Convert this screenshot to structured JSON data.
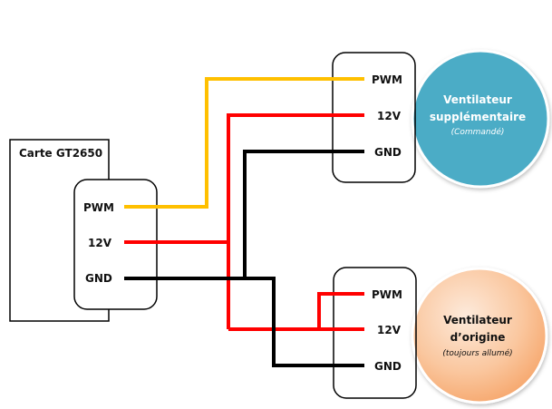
{
  "board": {
    "title": "Carte GT2650",
    "pins": [
      "PWM",
      "12V",
      "GND"
    ]
  },
  "fan_top": {
    "pins": [
      "PWM",
      "12V",
      "GND"
    ],
    "name_line1": "Ventilateur",
    "name_line2": "supplémentaire",
    "note": "(Commandé)",
    "color": "#4BACC6"
  },
  "fan_bottom": {
    "pins": [
      "PWM",
      "12V",
      "GND"
    ],
    "name_line1": "Ventilateur",
    "name_line2": "d’origine",
    "note": "(toujours  allumé)",
    "color": "#F9B88A"
  },
  "wire_colors": {
    "pwm": "#FFC000",
    "v12": "#FF0000",
    "gnd": "#000000"
  }
}
